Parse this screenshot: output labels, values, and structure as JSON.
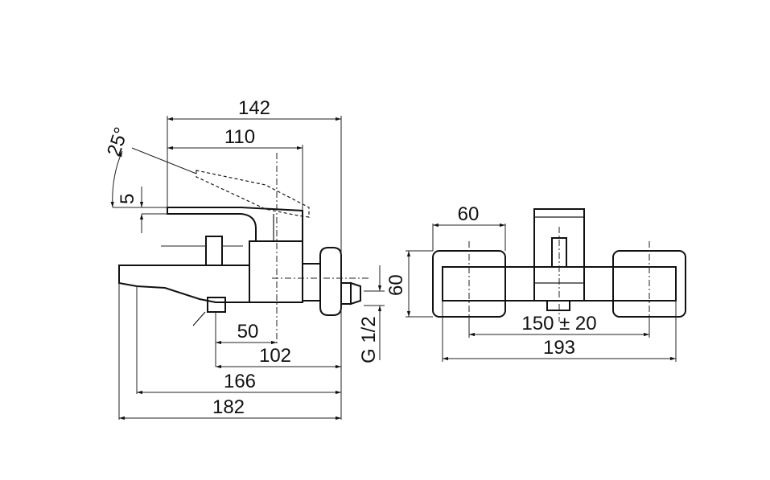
{
  "side_view": {
    "angle": "25°",
    "lever_offset": "5",
    "dim_142": "142",
    "dim_110": "110",
    "dim_50": "50",
    "dim_102": "102",
    "dim_166": "166",
    "dim_182": "182",
    "thread": "G 1/2"
  },
  "front_view": {
    "dim_60_width": "60",
    "dim_60_height": "60",
    "dim_spacing": "150 ± 20",
    "dim_193": "193"
  }
}
